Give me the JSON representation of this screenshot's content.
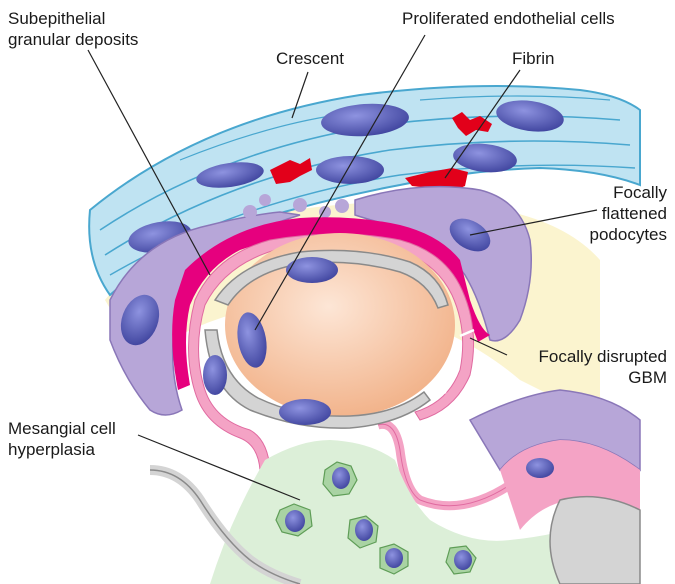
{
  "labels": {
    "subepithelial": [
      "Subepithelial",
      "granular deposits"
    ],
    "proliferated": "Proliferated endothelial cells",
    "crescent": "Crescent",
    "fibrin": "Fibrin",
    "podocytes": [
      "Focally",
      "flattened",
      "podocytes"
    ],
    "gbm": [
      "Focally disrupted",
      "GBM"
    ],
    "mesangial": [
      "Mesangial cell",
      "hyperplasia"
    ]
  },
  "colors": {
    "crescent_fill": "#bfe3f2",
    "crescent_line": "#49a7cf",
    "nucleus": "#5a5fb8",
    "podocyte": "#b7a6d8",
    "deposit": "#e6007e",
    "gbm": "#f4a3c5",
    "endothelium": "#cfcfcf",
    "lumen": "#f7c9aa",
    "mesangium": "#dcefd8",
    "fibrin": "#e2001a",
    "bowman_space": "#fbf4cf"
  }
}
